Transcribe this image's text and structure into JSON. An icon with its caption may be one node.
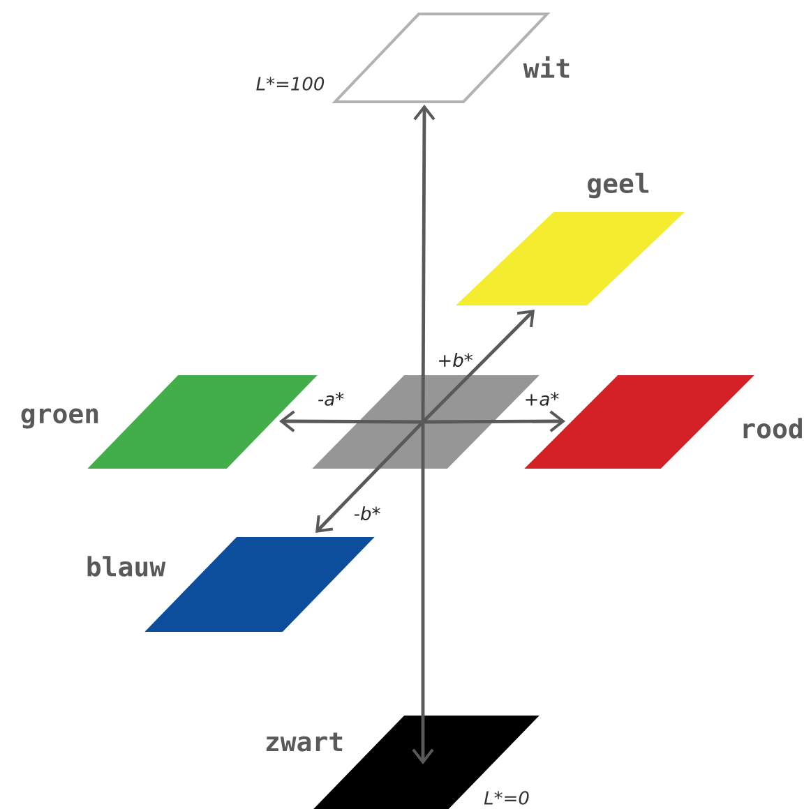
{
  "diagram": {
    "nodes": [
      {
        "text": [
          "wit"
        ],
        "beside": [
          "L*=100"
        ]
      },
      {
        "text": [
          "geel"
        ]
      },
      {
        "text": [
          "groen"
        ]
      },
      {
        "text": [],
        "shape": "parallelogram"
      },
      {
        "text": [
          "rood"
        ]
      },
      {
        "text": [
          "blauw"
        ]
      },
      {
        "text": [
          "zwart"
        ],
        "beside": [
          "L*=0"
        ]
      }
    ],
    "edges": [
      {
        "from": 3,
        "to": 0,
        "arrow": "to"
      },
      {
        "from": 3,
        "to": 6,
        "arrow": "to"
      },
      {
        "from": 3,
        "to": 1,
        "arrow": "to",
        "label": "+b*"
      },
      {
        "from": 3,
        "to": 2,
        "arrow": "to",
        "label": "-a*"
      },
      {
        "from": 3,
        "to": 4,
        "arrow": "to",
        "label": "+a*"
      },
      {
        "from": 3,
        "to": 5,
        "arrow": "to",
        "label": "-b*"
      }
    ]
  }
}
